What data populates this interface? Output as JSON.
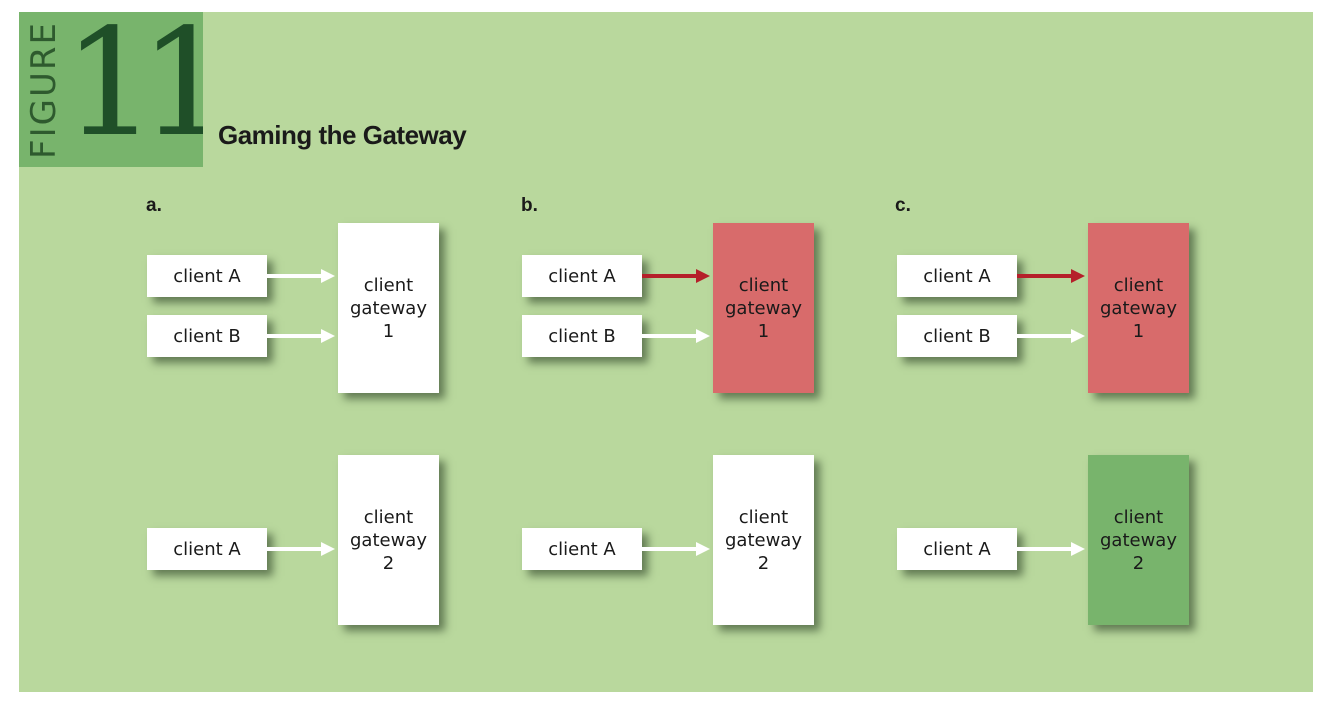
{
  "figure": {
    "word": "FIGURE",
    "number": "11",
    "title": "Gaming the Gateway"
  },
  "colors": {
    "background": "#b9d89d",
    "badge": "#78b46c",
    "box_default": "#ffffff",
    "box_overloaded": "#d86b6b",
    "box_favored": "#78b46c",
    "arrow_normal": "#ffffff",
    "arrow_heavy": "#b5202a"
  },
  "panels": [
    {
      "label": "a.",
      "gateway1": {
        "lines": [
          "client",
          "gateway",
          "1"
        ],
        "state": "default",
        "clients": [
          {
            "label": "client A",
            "arrow": "normal"
          },
          {
            "label": "client B",
            "arrow": "normal"
          }
        ]
      },
      "gateway2": {
        "lines": [
          "client",
          "gateway",
          "2"
        ],
        "state": "default",
        "clients": [
          {
            "label": "client A",
            "arrow": "normal"
          }
        ]
      }
    },
    {
      "label": "b.",
      "gateway1": {
        "lines": [
          "client",
          "gateway",
          "1"
        ],
        "state": "overloaded",
        "clients": [
          {
            "label": "client A",
            "arrow": "heavy"
          },
          {
            "label": "client B",
            "arrow": "normal"
          }
        ]
      },
      "gateway2": {
        "lines": [
          "client",
          "gateway",
          "2"
        ],
        "state": "default",
        "clients": [
          {
            "label": "client A",
            "arrow": "normal"
          }
        ]
      }
    },
    {
      "label": "c.",
      "gateway1": {
        "lines": [
          "client",
          "gateway",
          "1"
        ],
        "state": "overloaded",
        "clients": [
          {
            "label": "client A",
            "arrow": "heavy"
          },
          {
            "label": "client B",
            "arrow": "normal"
          }
        ]
      },
      "gateway2": {
        "lines": [
          "client",
          "gateway",
          "2"
        ],
        "state": "favored",
        "clients": [
          {
            "label": "client A",
            "arrow": "normal"
          }
        ]
      }
    }
  ]
}
